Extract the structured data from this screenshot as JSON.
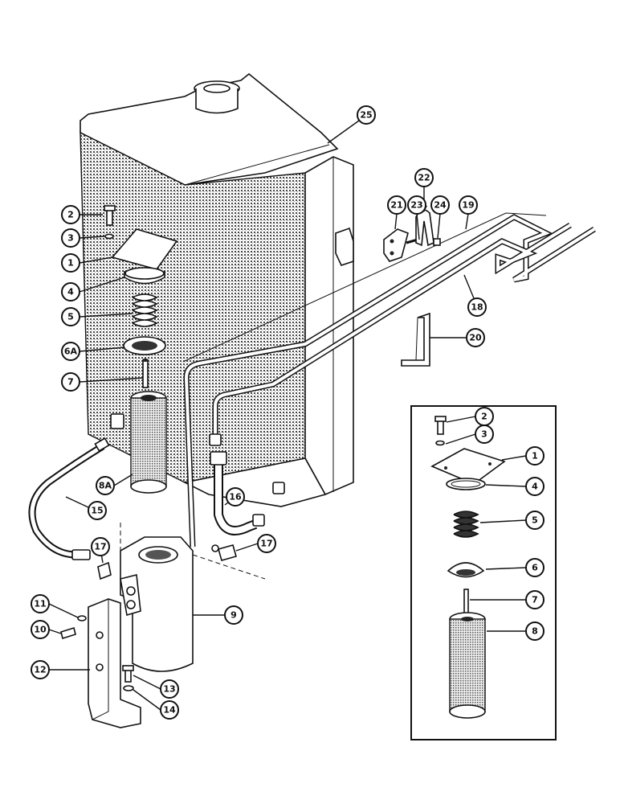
{
  "diagram": {
    "callouts": [
      {
        "id": "c25",
        "label": "25"
      },
      {
        "id": "c22",
        "label": "22"
      },
      {
        "id": "c21",
        "label": "21"
      },
      {
        "id": "c23",
        "label": "23"
      },
      {
        "id": "c24",
        "label": "24"
      },
      {
        "id": "c19",
        "label": "19"
      },
      {
        "id": "c18",
        "label": "18"
      },
      {
        "id": "c20",
        "label": "20"
      },
      {
        "id": "c2",
        "label": "2"
      },
      {
        "id": "c3",
        "label": "3"
      },
      {
        "id": "c1",
        "label": "1"
      },
      {
        "id": "c4",
        "label": "4"
      },
      {
        "id": "c5",
        "label": "5"
      },
      {
        "id": "c6a",
        "label": "6A"
      },
      {
        "id": "c7",
        "label": "7"
      },
      {
        "id": "c8a",
        "label": "8A"
      },
      {
        "id": "c15",
        "label": "15"
      },
      {
        "id": "c16",
        "label": "16"
      },
      {
        "id": "c17a",
        "label": "17"
      },
      {
        "id": "c17b",
        "label": "17"
      },
      {
        "id": "c9",
        "label": "9"
      },
      {
        "id": "c11",
        "label": "11"
      },
      {
        "id": "c10",
        "label": "10"
      },
      {
        "id": "c12",
        "label": "12"
      },
      {
        "id": "c13",
        "label": "13"
      },
      {
        "id": "c14",
        "label": "14"
      },
      {
        "id": "i2",
        "label": "2"
      },
      {
        "id": "i3",
        "label": "3"
      },
      {
        "id": "i1",
        "label": "1"
      },
      {
        "id": "i4",
        "label": "4"
      },
      {
        "id": "i5",
        "label": "5"
      },
      {
        "id": "i6",
        "label": "6"
      },
      {
        "id": "i7",
        "label": "7"
      },
      {
        "id": "i8",
        "label": "8"
      }
    ]
  }
}
